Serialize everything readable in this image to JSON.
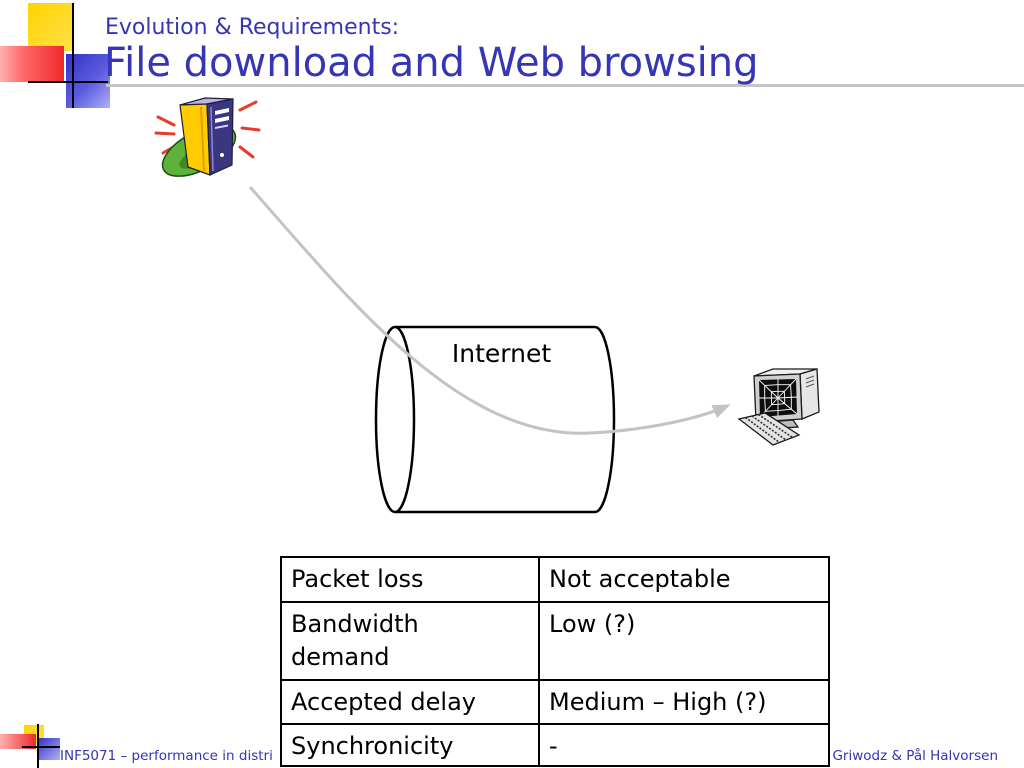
{
  "slide": {
    "supertitle": "Evolution & Requirements:",
    "title": "File download and Web browsing"
  },
  "diagram": {
    "source_icon": "server-icon",
    "destination_icon": "computer-icon",
    "network_label": "Internet"
  },
  "requirements": {
    "rows": [
      {
        "label": "Packet loss",
        "value": "Not acceptable"
      },
      {
        "label": "Bandwidth demand",
        "value": "Low (?)"
      },
      {
        "label": "Accepted delay",
        "value": "Medium – High (?)"
      },
      {
        "label": "Synchronicity",
        "value": "-"
      }
    ]
  },
  "footer": {
    "left": "INF5071 – performance in distri",
    "right": "Griwodz & Pål Halvorsen"
  },
  "theme": {
    "title_color": "#3535b5",
    "logo_yellow": "#ffd400",
    "logo_red": "#ee2a2a",
    "logo_blue": "#3232c8",
    "arrow_color": "#c3c3c3"
  }
}
